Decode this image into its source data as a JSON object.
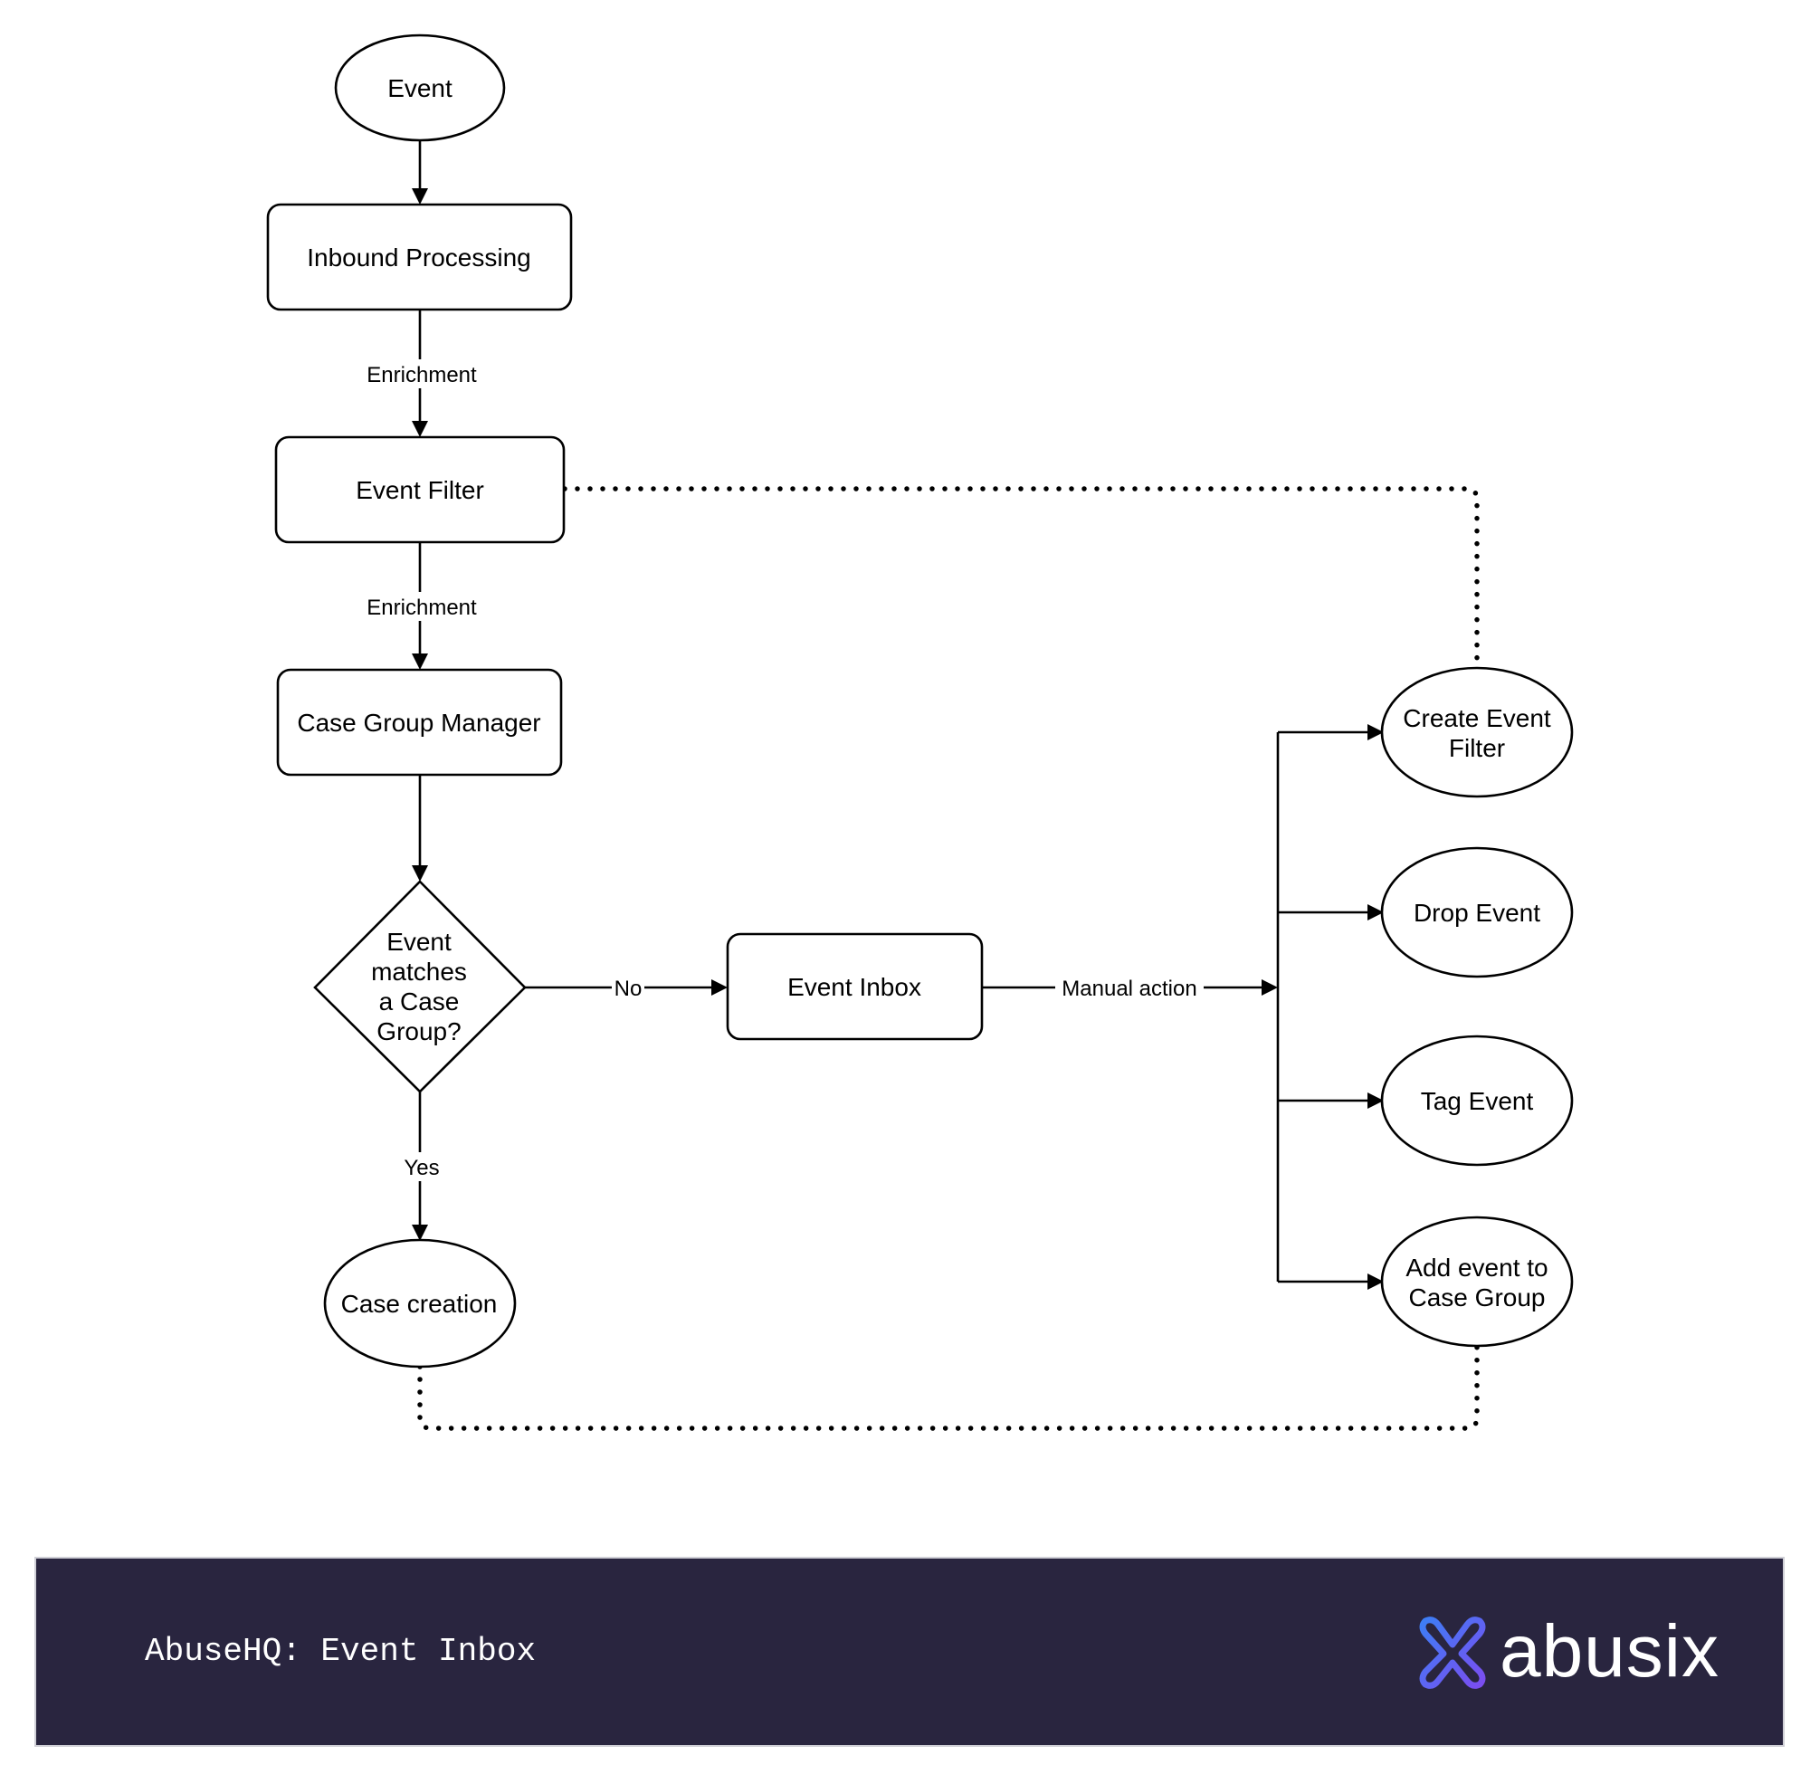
{
  "nodes": {
    "event": "Event",
    "inbound_processing": "Inbound Processing",
    "event_filter": "Event Filter",
    "case_group_manager": "Case Group Manager",
    "decision": [
      "Event",
      "matches",
      "a Case",
      "Group?"
    ],
    "case_creation": "Case creation",
    "event_inbox": "Event Inbox",
    "create_event_filter": [
      "Create Event",
      "Filter"
    ],
    "drop_event": "Drop Event",
    "tag_event": "Tag Event",
    "add_event_to_case_group": [
      "Add event to",
      "Case Group"
    ]
  },
  "edge_labels": {
    "enrichment_1": "Enrichment",
    "enrichment_2": "Enrichment",
    "no": "No",
    "yes": "Yes",
    "manual_action": "Manual action"
  },
  "banner": {
    "title": "AbuseHQ: Event Inbox",
    "brand": "abusix",
    "brand_logo_icon": "abusix-x-logo-icon",
    "background_color": "#29253f",
    "logo_gradient": [
      "#3d7ef5",
      "#7b4df0"
    ]
  }
}
